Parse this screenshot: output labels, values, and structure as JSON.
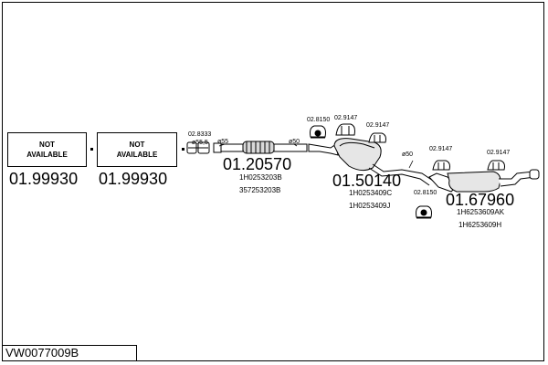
{
  "catalog_code": "VW0077009B",
  "sections": [
    {
      "placeholder_line1": "NOT",
      "placeholder_line2": "AVAILABLE",
      "part_number": "01.99930"
    },
    {
      "placeholder_line1": "NOT",
      "placeholder_line2": "AVAILABLE",
      "part_number": "01.99930"
    },
    {
      "part_number": "01.20570",
      "oem_numbers": [
        "1H0253203B",
        "357253203B"
      ]
    },
    {
      "part_number": "01.50140",
      "oem_numbers": [
        "1H0253409C",
        "1H0253409J"
      ]
    },
    {
      "part_number": "01.67960",
      "oem_numbers": [
        "1H6253609AK",
        "1H6253609H"
      ]
    }
  ],
  "accessories": {
    "clamp_front": "02.8333",
    "ring_front": "ø55,5",
    "dim_front_pipe": "ø55",
    "dim_front_pipe_rear": "ø50",
    "mount_a": "02.8150",
    "mount_b": "02.9147",
    "mount_c": "02.9147",
    "dim_mid": "ø50",
    "mount_d": "02.9147",
    "mount_e": "02.9147",
    "mount_f": "02.8150"
  }
}
